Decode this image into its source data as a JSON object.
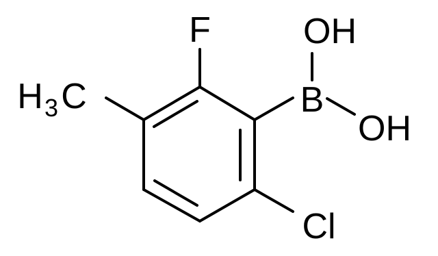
{
  "molecule": {
    "atoms": {
      "fluorine": "F",
      "boron": "B",
      "hydroxyl_top": "OH",
      "hydroxyl_right": "OH",
      "chlorine": "Cl",
      "methyl_h": "H",
      "methyl_subscript": "3",
      "methyl_c": "C"
    }
  }
}
